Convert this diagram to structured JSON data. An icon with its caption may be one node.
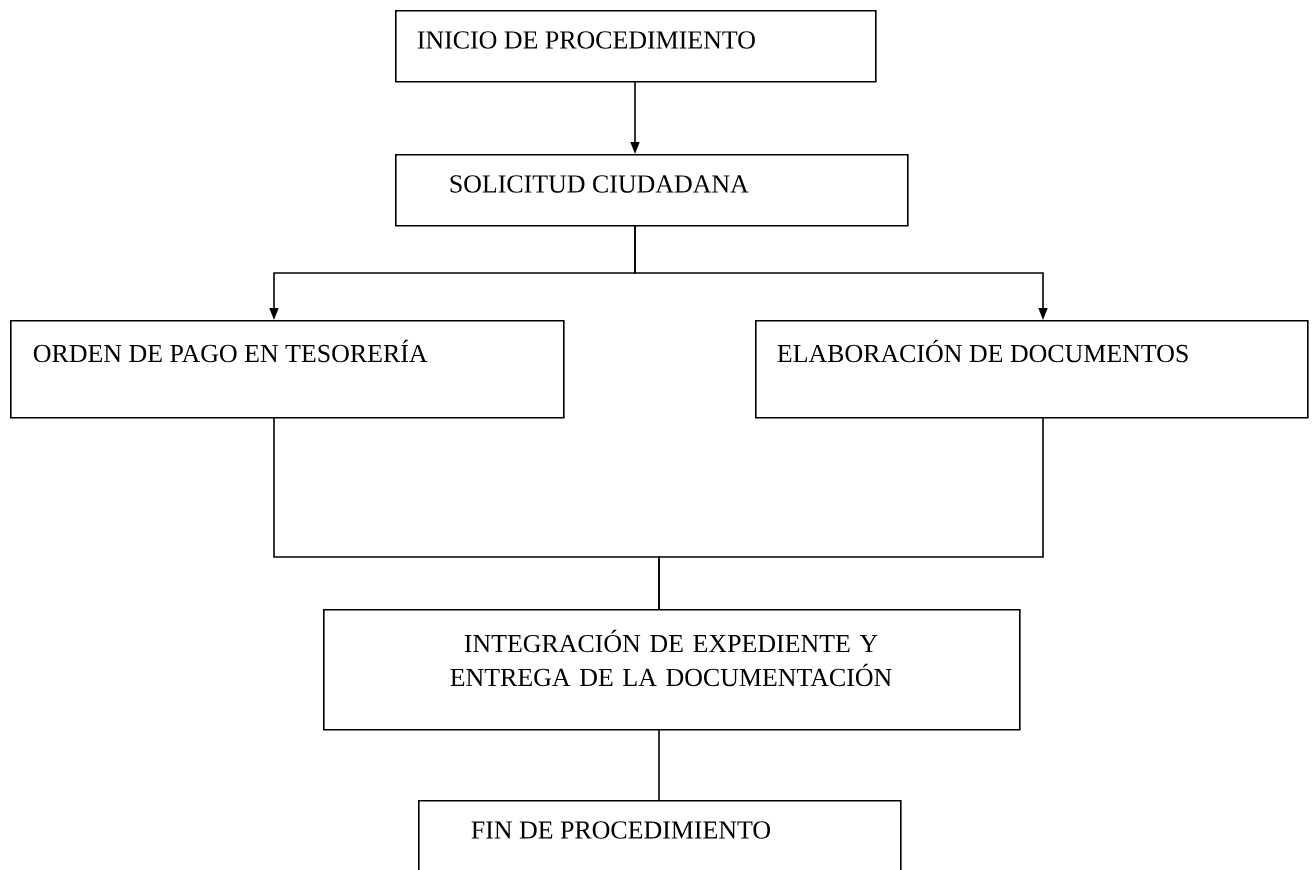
{
  "diagram": {
    "nodes": [
      {
        "text": [
          "INICIO DE PROCEDIMIENTO"
        ]
      },
      {
        "text": [
          "SOLICITUD CIUDADANA"
        ]
      },
      {
        "text": [
          "ORDEN DE PAGO EN TESORERÍA"
        ]
      },
      {
        "text": [
          "ELABORACIÓN DE DOCUMENTOS"
        ]
      },
      {
        "text": [
          "INTEGRACIÓN DE EXPEDIENTE Y ENTREGA DE LA DOCUMENTACIÓN"
        ]
      },
      {
        "text": [
          "FIN DE PROCEDIMIENTO"
        ]
      }
    ],
    "edges": [
      {
        "from": 0,
        "to": 1,
        "arrow": "to"
      },
      {
        "from": 1,
        "to": 2,
        "arrow": "to"
      },
      {
        "from": 1,
        "to": 3,
        "arrow": "to"
      },
      {
        "from": 2,
        "to": 4,
        "arrow": "none"
      },
      {
        "from": 3,
        "to": 4,
        "arrow": "none"
      },
      {
        "from": 4,
        "to": 5,
        "arrow": "none"
      }
    ]
  }
}
